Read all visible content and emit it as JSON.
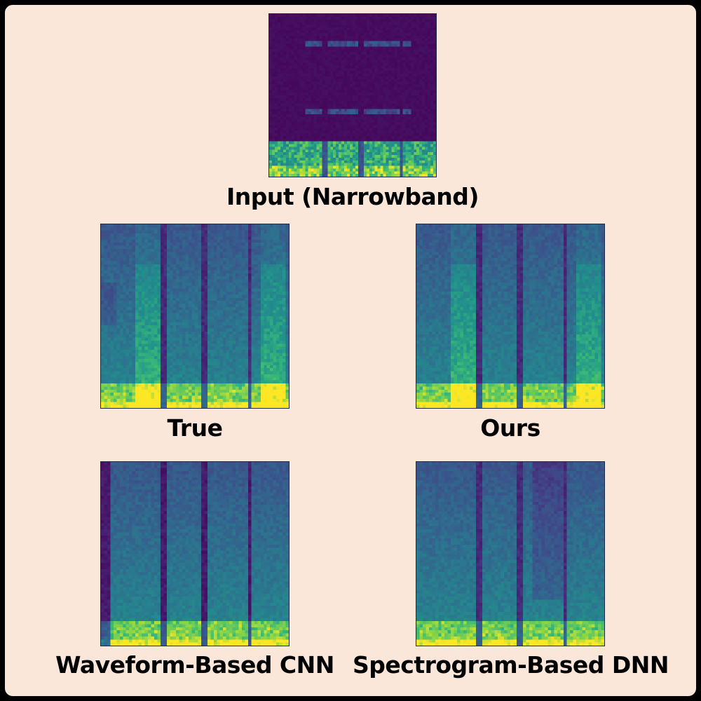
{
  "figure": {
    "panels": [
      {
        "id": "input",
        "caption": "Input (Narrowband)",
        "variant": "narrowband"
      },
      {
        "id": "true",
        "caption": "True",
        "variant": "true"
      },
      {
        "id": "ours",
        "caption": "Ours",
        "variant": "ours"
      },
      {
        "id": "waveform-cnn",
        "caption": "Waveform-Based CNN",
        "variant": "cnn"
      },
      {
        "id": "spectrogram-dnn",
        "caption": "Spectrogram-Based DNN",
        "variant": "dnn"
      }
    ]
  },
  "colors": {
    "background": "#fbe6da",
    "frame_border": "#000000",
    "colormap": "viridis"
  }
}
